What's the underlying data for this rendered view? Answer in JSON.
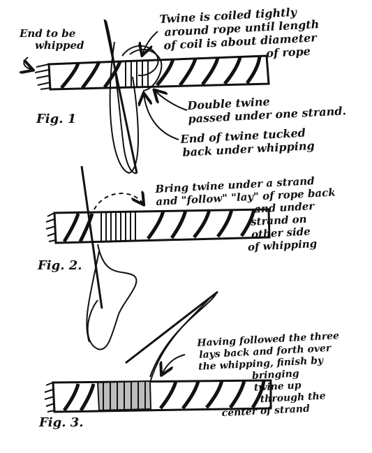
{
  "figures": {
    "fig1": {
      "label": "Fig. 1",
      "callouts": {
        "end_to_be_whipped": [
          "End to be",
          "whipped"
        ],
        "twine_coiled": [
          "Twine is coiled tightly",
          "around rope until length",
          "of coil is about diameter",
          "of rope"
        ],
        "double_twine": [
          "Double twine",
          "passed under one strand."
        ],
        "end_tucked": [
          "End of twine tucked",
          "back under whipping"
        ]
      }
    },
    "fig2": {
      "label": "Fig. 2.",
      "callouts": {
        "bring_twine": [
          "Bring twine under a strand",
          "and \"follow\" \"lay\" of rope back",
          "and under",
          "strand on",
          "other side",
          "of whipping"
        ]
      }
    },
    "fig3": {
      "label": "Fig. 3.",
      "callouts": {
        "having_followed": [
          "Having followed the three",
          "lays back and forth over",
          "the whipping, finish by",
          "bringing",
          "twine up",
          "through the",
          "center of strand"
        ]
      }
    }
  },
  "colors": {
    "ink": "#111111",
    "paper": "#ffffff"
  }
}
